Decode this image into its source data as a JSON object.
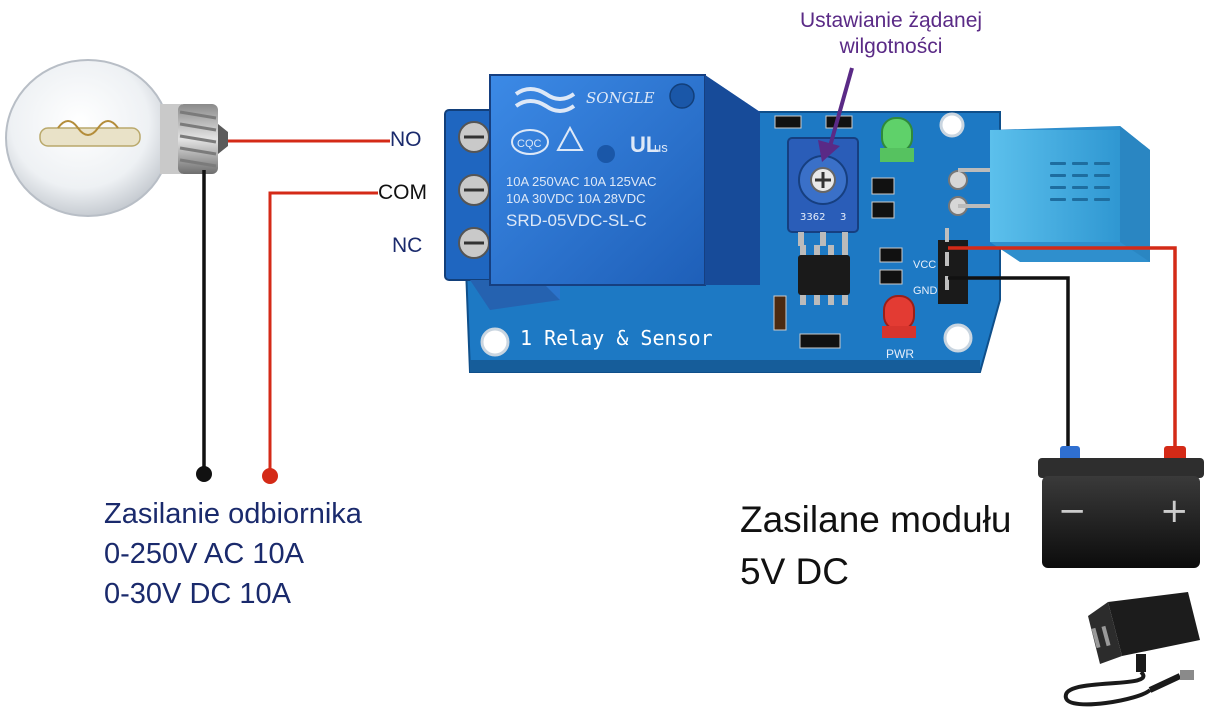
{
  "annotation": {
    "line1": "Ustawianie żądanej",
    "line2": "wilgotności"
  },
  "terminals": {
    "no": "NO",
    "com": "COM",
    "nc": "NC"
  },
  "relay": {
    "brand": "SONGLE",
    "cqc": "CQC",
    "ul": "us",
    "rating1": "10A 250VAC  10A 125VAC",
    "rating2": "10A  30VDC  10A  28VDC",
    "model": "SRD-05VDC-SL-C"
  },
  "board": {
    "title": "1 Relay & Sensor",
    "vcc": "VCC",
    "gnd": "GND",
    "pwr": "PWR",
    "pot_code": "3362",
    "pot_pin": "3"
  },
  "load_supply": {
    "title": "Zasilanie odbiornika",
    "ac": "0-250V AC 10A",
    "dc": "0-30V DC 10A"
  },
  "module_supply": {
    "title": "Zasilane modułu",
    "voltage": "5V DC"
  },
  "battery": {
    "minus": "−",
    "plus": "+"
  },
  "colors": {
    "wire_red": "#d42a17",
    "wire_black": "#111111",
    "board": "#1d79c4",
    "relay_body": "#2a77d4",
    "sensor": "#3aa7de",
    "label_navy": "#1a2a6c",
    "label_purple": "#5a2a86"
  }
}
